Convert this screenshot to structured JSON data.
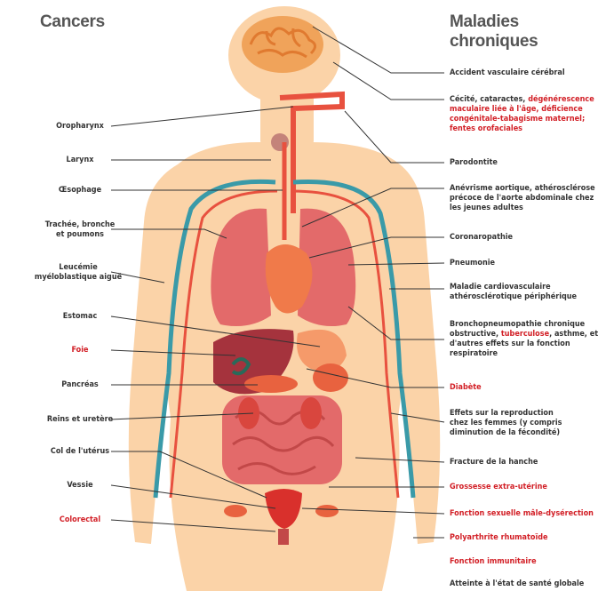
{
  "headers": {
    "left": "Cancers",
    "right": "Maladies chroniques"
  },
  "colors": {
    "skin": "#fbd3a8",
    "accent_red": "#d21f26",
    "vein": "#3a9aa8",
    "artery": "#e8513f",
    "label_text": "#333333"
  },
  "cancers": [
    {
      "id": "oropharynx",
      "text": "Oropharynx",
      "highlight": false
    },
    {
      "id": "larynx",
      "text": "Larynx",
      "highlight": false
    },
    {
      "id": "oesophage",
      "text": "Œsophage",
      "highlight": false
    },
    {
      "id": "trachee",
      "text": "Trachée, bronche\net poumons",
      "highlight": false
    },
    {
      "id": "leucemie",
      "text": "Leucémie\nmyéloblastique aiguë",
      "highlight": false
    },
    {
      "id": "estomac",
      "text": "Estomac",
      "highlight": false
    },
    {
      "id": "foie",
      "text": "Foie",
      "highlight": true
    },
    {
      "id": "pancreas",
      "text": "Pancréas",
      "highlight": false
    },
    {
      "id": "reins",
      "text": "Reins et uretère",
      "highlight": false
    },
    {
      "id": "col",
      "text": "Col de l'utérus",
      "highlight": false
    },
    {
      "id": "vessie",
      "text": "Vessie",
      "highlight": false
    },
    {
      "id": "colorectal",
      "text": "Colorectal",
      "highlight": true
    }
  ],
  "maladies": {
    "avc": "Accident vasculaire cérébral",
    "cecite_a": "Cécité, cataractes, ",
    "cecite_b": "dégénérescence maculaire liée à l'âge, déficience congénitale-tabagisme maternel; fentes orofaciales",
    "parodontite": "Parodontite",
    "anevrisme": "Anévrisme aortique, athérosclérose précoce de l'aorte abdominale chez les jeunes adultes",
    "coronaropathie": "Coronaropathie",
    "pneumonie": "Pneumonie",
    "cardiovasculaire": "Maladie cardiovasculaire athérosclérotique périphérique",
    "bpco_a": "Bronchopneumopathie chronique obstructive, ",
    "bpco_b": "tuberculose",
    "bpco_c": ", asthme, et d'autres effets sur la fonction respiratoire",
    "diabete": "Diabète",
    "reproduction": "Effets sur la reproduction chez les femmes (y compris diminution de la fécondité)",
    "hanche": "Fracture de la hanche",
    "grossesse": "Grossesse extra-utérine",
    "erectile": "Fonction sexuelle mâle-dysérection",
    "polyarthrite": "Polyarthrite rhumatoïde",
    "immunitaire": "Fonction immunitaire",
    "sante": "Atteinte à l'état de santé globale"
  }
}
